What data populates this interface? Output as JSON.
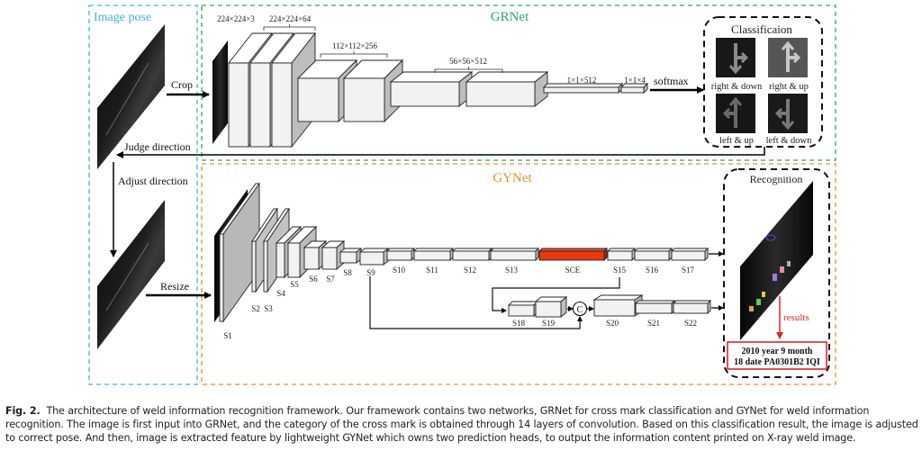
{
  "figure": {
    "panels": {
      "image_pose": {
        "title": "Image pose",
        "color": "#3fb6d6"
      },
      "grnet": {
        "title": "GRNet",
        "color": "#2fa36b"
      },
      "gynet": {
        "title": "GYNet",
        "color": "#e5922a"
      }
    },
    "arrows": {
      "crop": "Crop",
      "judge_direction": "Judge direction",
      "adjust_direction": "Adjust direction",
      "resize": "Resize",
      "softmax": "softmax",
      "results": "results"
    },
    "grnet_layers": {
      "dims": [
        "224×224×3",
        "224×224×64",
        "112×112×256",
        "56×56×512",
        "1×1×512",
        "1×1×4"
      ]
    },
    "classification": {
      "title": "Classificaion",
      "classes": [
        "right & down",
        "right & up",
        "left & up",
        "left & down"
      ]
    },
    "gynet_layers": {
      "stage_labels": [
        "S1",
        "S2",
        "S3",
        "S4",
        "S5",
        "S6",
        "S7",
        "S8",
        "S9",
        "S10",
        "S11",
        "S12",
        "S13",
        "SCE",
        "S15",
        "S16",
        "S17"
      ],
      "head2_labels": [
        "S18",
        "S19",
        "S20",
        "S21",
        "S22"
      ],
      "concat_symbol": "C",
      "highlight_color": "#e8380d"
    },
    "recognition": {
      "title": "Recognition",
      "result_line1": "2010 year 9 month",
      "result_line2": "18 date PA0301B2 IQI",
      "result_color": "#e0232b"
    }
  },
  "caption": {
    "label": "Fig. 2.",
    "text": "The architecture of weld information recognition framework. Our framework contains two networks, GRNet for cross mark classification and GYNet for weld information recognition. The image is first input into GRNet, and the category of the cross mark is obtained through 14 layers of convolution. Based on this classification result, the image is adjusted to correct pose. And then, image is extracted feature by lightweight GYNet which owns two prediction heads, to output the information content printed on X-ray weld image."
  }
}
